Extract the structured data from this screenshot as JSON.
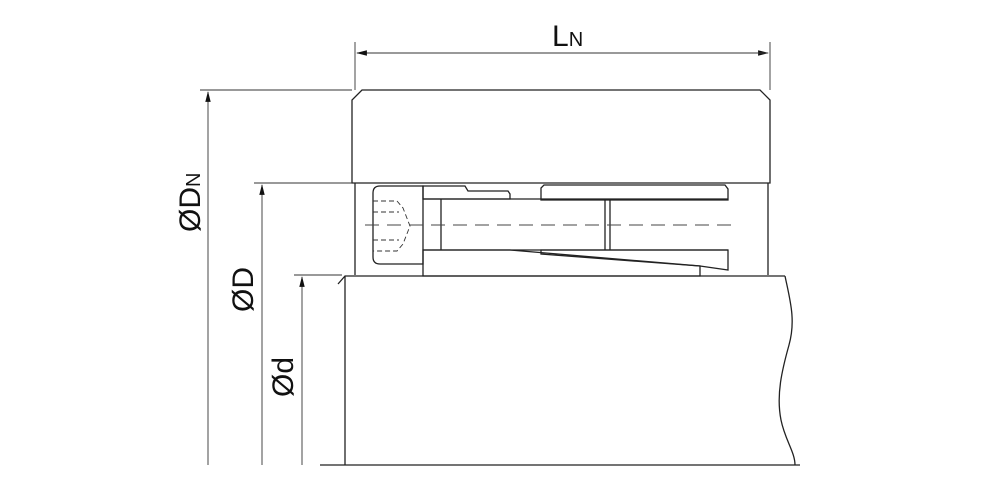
{
  "dimensions": {
    "length_label": "L",
    "length_sub": "N",
    "outer_dia_label": "ØD",
    "outer_dia_sub": "N",
    "inner_dia_label": "ØD",
    "shaft_dia_label": "Ød"
  },
  "colors": {
    "line": "#222222",
    "background": "#ffffff"
  }
}
